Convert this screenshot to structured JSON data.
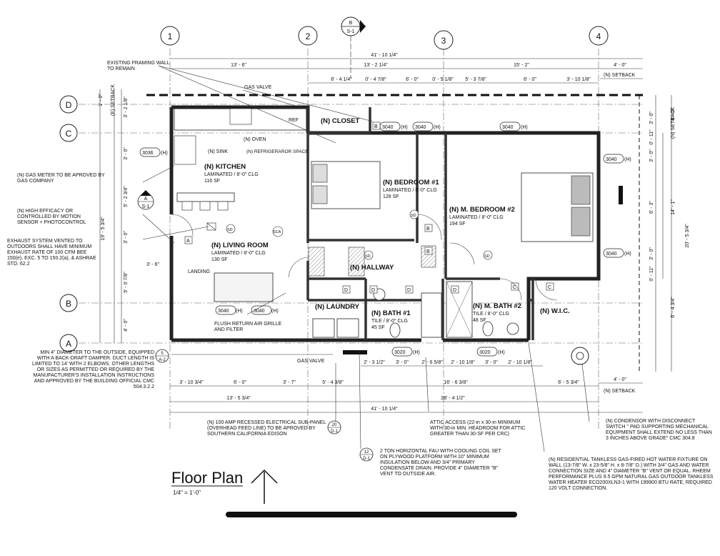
{
  "grid_cols": [
    "1",
    "2",
    "3",
    "4"
  ],
  "grid_rows": [
    "D",
    "C",
    "B",
    "A"
  ],
  "section_tag": {
    "letter": "B",
    "sheet": "S-1"
  },
  "rooms": [
    {
      "name": "(N) KITCHEN",
      "finish": "LAMINATED / 8'-0\" CLG",
      "area": "116 SF"
    },
    {
      "name": "(N) LIVING ROOM",
      "finish": "LAMINATED / 8'-0\" CLG",
      "area": "130 SF"
    },
    {
      "name": "(N) CLOSET",
      "finish": "",
      "area": ""
    },
    {
      "name": "(N) BEDROOM #1",
      "finish": "LAMINATED / 8'-0\" CLG",
      "area": "128 SF"
    },
    {
      "name": "(N) M. BEDROOM #2",
      "finish": "LAMINATED / 8'-0\" CLG",
      "area": "194 SF"
    },
    {
      "name": "(N) HALLWAY",
      "finish": "",
      "area": ""
    },
    {
      "name": "(N) LAUNDRY",
      "finish": "",
      "area": ""
    },
    {
      "name": "(N) BATH #1",
      "finish": "TILE / 8'-0\" CLG",
      "area": "45 SF"
    },
    {
      "name": "(N) M. BATH #2",
      "finish": "TILE / 8'-0\" CLG",
      "area": "48 SF"
    },
    {
      "name": "(N) W.I.C.",
      "finish": "",
      "area": ""
    }
  ],
  "dims_top": {
    "overall": "41' - 10 1/4\"",
    "seg1": "13' - 6\"",
    "seg2": "13' - 2 1/4\"",
    "seg3": "15' - 2\"",
    "seg4": "4' - 0\"",
    "s1": "6' - 4 1/4\"",
    "s2": "0' - 4 7/8\"",
    "s3": "6' - 0\"",
    "s4": "0' - 5 1/8\"",
    "s5": "5' - 3 7/8\"",
    "s6": "6' - 0\"",
    "s7": "3' - 10 1/8\""
  },
  "dims_bottom": {
    "b1": "3' - 10 3/4\"",
    "b2": "6' - 0\"",
    "b3": "3' - 7\"",
    "b4": "5' - 4 3/8\"",
    "b5": "16' - 6 3/8\"",
    "b6": "6' - 5 3/4\"",
    "c1": "13' - 5 3/4\"",
    "c2": "28' - 4 1/2\"",
    "overall": "41' - 10 1/4\"",
    "w1": "2' - 3 1/2\"",
    "w2": "3' - 0\"",
    "w3": "2' - 6 5/8\"",
    "w4": "2' - 10 1/8\"",
    "w5": "3' - 0\"",
    "w6": "2' - 10 1/8\"",
    "right": "4' - 0\""
  },
  "dims_left": {
    "overall": "19' - 5 3/4\"",
    "l1": "1' - 0\"",
    "l2": "3' - 2 1/8\"",
    "l3": "3' - 0\"",
    "l4": "5' - 2 3/4\"",
    "l5": "3' - 0\"",
    "l6": "5' - 0 7/8\"",
    "l7": "4' - 0\""
  },
  "dims_right": {
    "overall": "20' - 5 3/4\"",
    "total": "14' - 1\"",
    "r1": "4' - 0\"",
    "r2": "3' - 0\"",
    "r3": "0' - 11\"",
    "r4": "3' - 0\"",
    "r5": "6' - 3\"",
    "r6": "3' - 0\"",
    "r7": "0' - 11\"",
    "r8": "6' - 4 3/4\""
  },
  "setbacks": {
    "top_right": "(N) SETBACK",
    "bottom_right": "(N) SETBACK",
    "right_vertical": "(N) SETBACK",
    "left": "(E) SETBACK"
  },
  "windows": [
    "3040",
    "(H)",
    "3040",
    "(H)",
    "3036",
    "(H)",
    "3040",
    "(H)",
    "3040",
    "(H)",
    "3040",
    "(H)",
    "3040",
    "(H)",
    "3040",
    "(H)",
    "3020",
    "(H)",
    "3020",
    "(H)"
  ],
  "fixtures": {
    "oven": "(N) OVEN",
    "sink": "(N) SINK",
    "fridge": "(N) REFRIGERAROR SPACE",
    "ref": "REF",
    "sd": "SD",
    "sca": "SCA",
    "landing": "LANDING",
    "landing_dim": "3' - 6\"",
    "gas_valve": "GAS VALVE"
  },
  "doors": [
    "A",
    "B",
    "B",
    "B",
    "C",
    "C",
    "D",
    "D",
    "D",
    "D"
  ],
  "notes": {
    "existing": "EXISTING FRAMING WALL TO REMAIN",
    "gas_meter": "(N) GAS METER TO BE APROVED BY GAS COMPANY",
    "high_eff": "(N) HIGH EFFICACY OR CONTROLLED BY MOTION SENSOR + PHOTOCONTROL",
    "exhaust": "EXHAUST SYSTEM VENTED TO OUTDOORS SHALL HAVE MINIMUM EXHAUST RATE OF 100 CFM BEE 150(e), EXC. 5 TO 150.2(a), & ASHRAE STD. 62.2",
    "return_air": "FLUSH RETURN AIR GRILLE AND FILTER",
    "diameter": "MIN 4\" DIAMETER TO THE OUTSIDE, EQUIPPED WITH A BACK-DRAFT DAMPER. DUCT LENGTH IS LIMITED TO 14' WITH 2 ELBOWS. OTHER LENGTHS OR SIZES AS PERMITTED OR REQUIRED BY THE MANUFACTURER'S INSTALLATION INSTRUCTIONS AND APPROVED BY THE BUILDING OFFICIAL CMC 504.3.2.2",
    "panel": "(N) 100 AMP RECESSED ELECTRICAL SUB-PANEL (OVERHEAD FEED LINE) TO BE APROVED BY SOUTHERN CALIFORNIA EDISON",
    "fau": "2 TON HORIZONTAL FAU WITH COOLING COIL SET ON PLYWOOD PLATFORM WITH 10\" MINIMUM INSULATION BELOW AND 3/4\" PRIMARY CONDENSATE DRAIN. PROVIDE 4\" DIAMETER \"B\" VENT TO OUTSIDE AIR.",
    "attic": "ATTIC ACCESS (22-in x 30-in MINIMUM WITH 30-in MIN. HEADROOM FOR ATTIC GREATER THAN 30-SF PER CRC)",
    "condensor": "(N) CONDENSOR WITH DISCONNECT SWITCH \" PAD SUPPORTING MECHANICAL EQUIPMENT SHALL EXTEND NO LESS THAN 3 INCHES ABOVE GRADE\" CMC 304.8",
    "water_heater": "(N) RESIDENTIAL TANKLESS GAS-FIRED HOT WATER FIXTURE ON WALL (13-7/8\" W. x 23-5/8\" H. x 8-7/8\" D.) WITH 3/4\" GAS AND WATER CONNECTION SIZE AND 4\" DIAMETER \"B\" VENT OR EQUAL. RHEEM PERFORMANCE PLUS 9.5 GPM NATURAL GAS OUTDOOR TANKLESS WATER HEATER ECO200XLN3-1 WITH 199900 BTU RATE, REQUIRED 120 VOLT CONNECTION."
  },
  "tags": {
    "a_tag": "A",
    "a_sheet": "S-1",
    "t5": "5",
    "t5s": "A-2",
    "t20": "20",
    "t20s": "D-1",
    "t12": "12",
    "t12s": "D-1"
  },
  "title": {
    "name": "Floor Plan",
    "scale": "1/4\" = 1'-0\""
  }
}
